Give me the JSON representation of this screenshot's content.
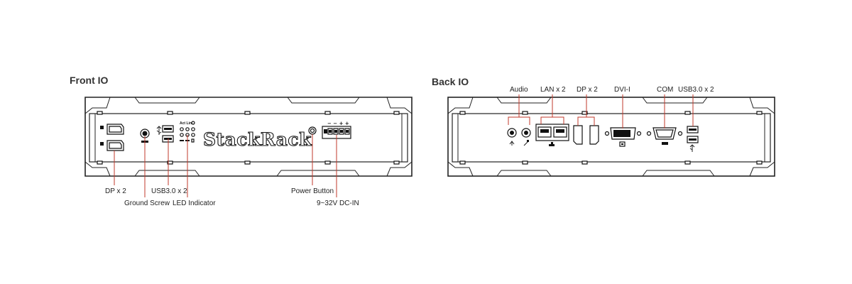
{
  "front": {
    "title": "Front IO",
    "logo": "StackRack",
    "led_header": "Act Link",
    "labels": {
      "dp": "DP x 2",
      "ground": "Ground Screw",
      "usb": "USB3.0 x 2",
      "led": "LED Indicator",
      "power": "Power Button",
      "dcin": "9~32V DC-IN"
    },
    "dc_pins": "− − + +"
  },
  "back": {
    "title": "Back IO",
    "labels": {
      "audio": "Audio",
      "lan": "LAN x 2",
      "dp": "DP x 2",
      "dvi": "DVI-I",
      "com": "COM",
      "usb": "USB3.0 x 2"
    }
  },
  "icons": [
    "usb-icon",
    "network-icon",
    "microphone-icon",
    "headphone-icon",
    "ground-icon",
    "displayport-icon",
    "dvi-icon",
    "serial-port-icon"
  ]
}
